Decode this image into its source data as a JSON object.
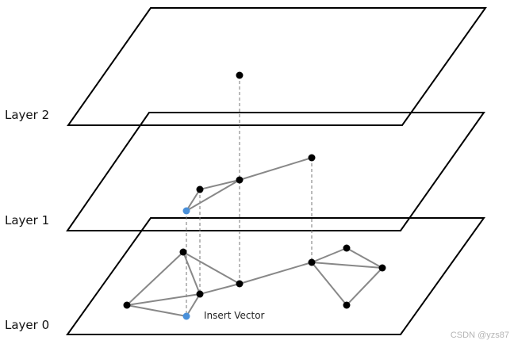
{
  "layers": [
    {
      "label": "Layer 2"
    },
    {
      "label": "Layer 1"
    },
    {
      "label": "Layer 0"
    }
  ],
  "annotation": {
    "insert_vector": "Insert Vector"
  },
  "watermark": "CSDN @yzs87",
  "colors": {
    "plane_stroke": "#000000",
    "edge": "#888888",
    "node": "#000000",
    "insert_node": "#4a90d9",
    "dashed_link": "#777777"
  }
}
